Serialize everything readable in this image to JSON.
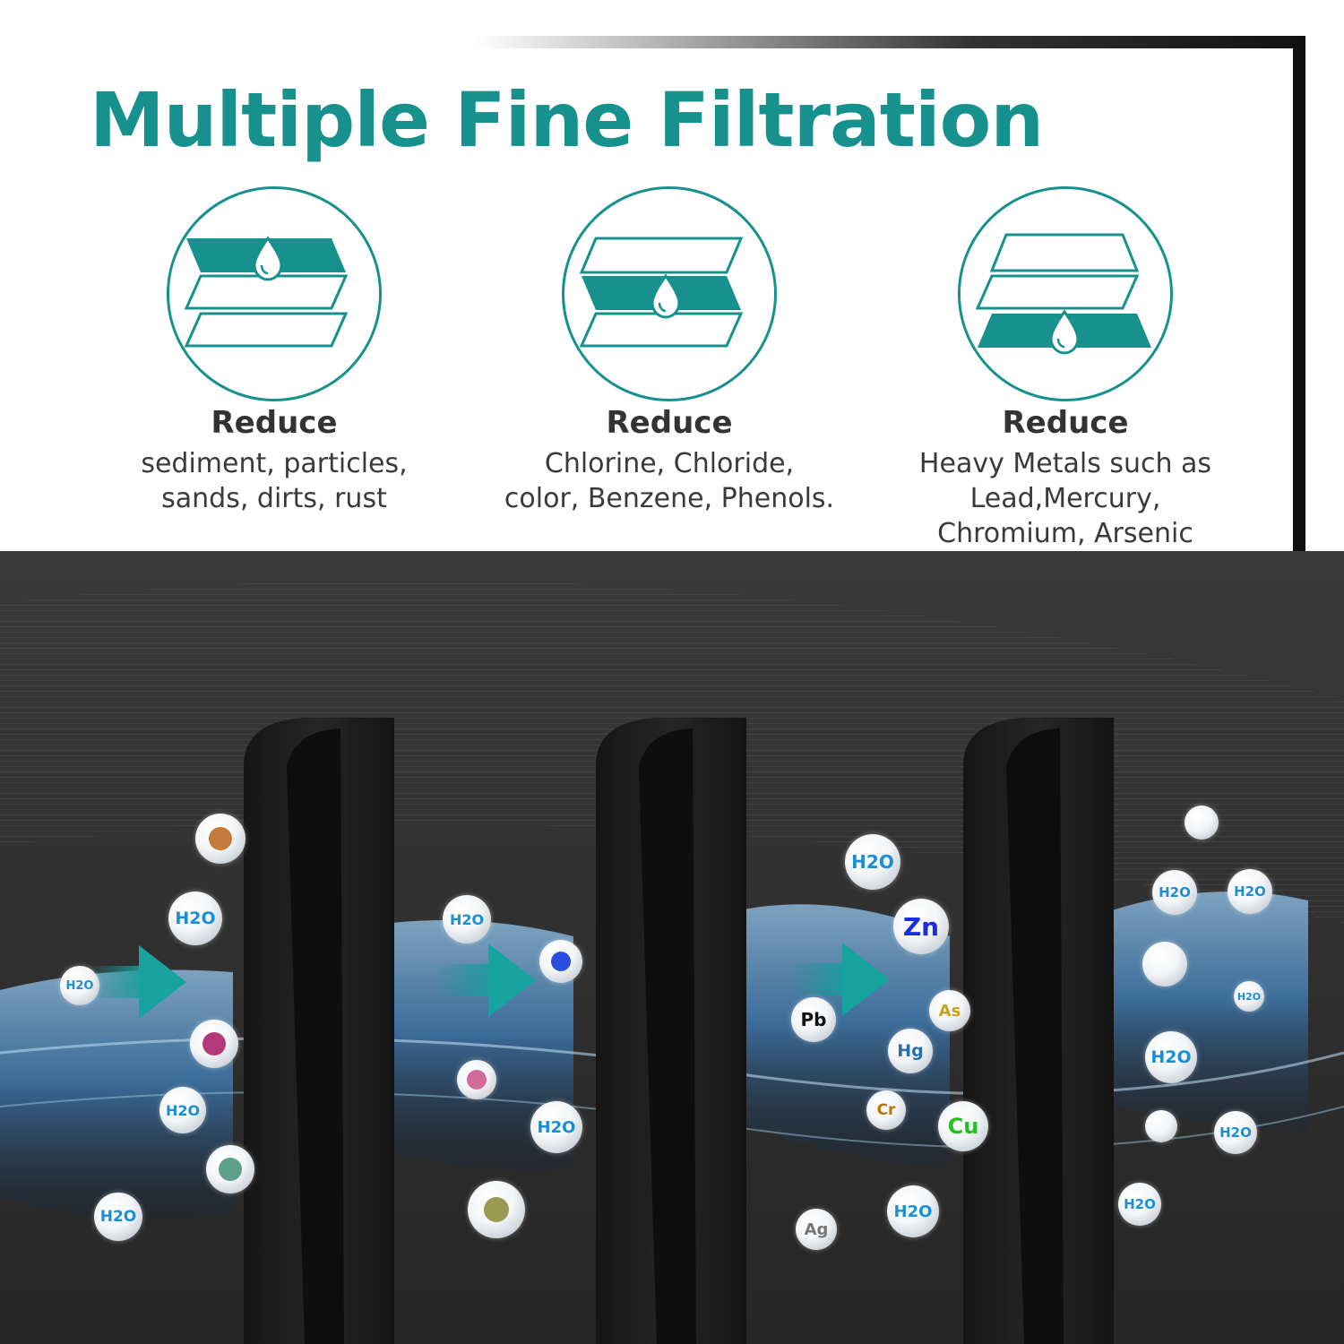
{
  "title": "Multiple Fine Filtration",
  "accent_color": "#17918e",
  "stages": [
    {
      "icon": "filter-layers-top-icon",
      "active_layer": "top",
      "heading": "Reduce",
      "lines": [
        "sediment, particles,",
        "sands, dirts, rust"
      ]
    },
    {
      "icon": "filter-layers-middle-icon",
      "active_layer": "middle",
      "heading": "Reduce",
      "lines": [
        "Chlorine, Chloride,",
        "color, Benzene, Phenols."
      ]
    },
    {
      "icon": "filter-layers-bottom-icon",
      "active_layer": "bottom",
      "heading": "Reduce",
      "lines": [
        "Heavy Metals such as",
        "Lead,Mercury,",
        "Chromium, Arsenic"
      ]
    }
  ],
  "molecules": {
    "water": "H2O",
    "water_color": "#1a8fd6",
    "elements": [
      {
        "symbol": "Zn",
        "color": "#1b2fe0"
      },
      {
        "symbol": "Pb",
        "color": "#111111"
      },
      {
        "symbol": "As",
        "color": "#c7a31a"
      },
      {
        "symbol": "Hg",
        "color": "#2a6fa8"
      },
      {
        "symbol": "Cr",
        "color": "#b8720e"
      },
      {
        "symbol": "Cu",
        "color": "#23c223"
      },
      {
        "symbol": "Ag",
        "color": "#777777"
      }
    ]
  }
}
